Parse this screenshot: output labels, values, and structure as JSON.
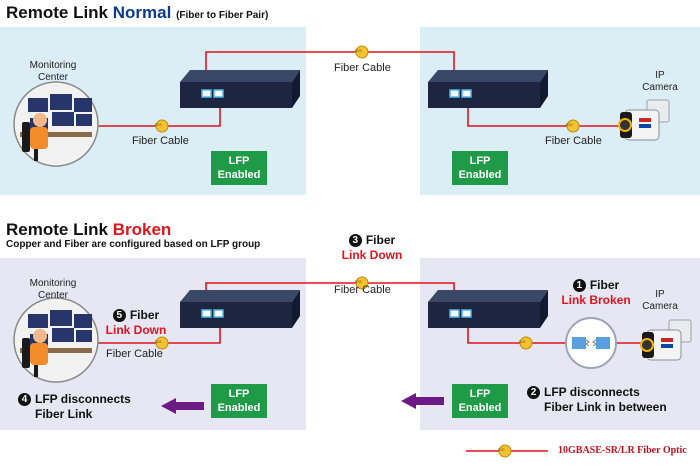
{
  "top": {
    "title_prefix": "Remote Link ",
    "title_word": "Normal",
    "title_note": "(Fiber to Fiber Pair)",
    "monitoring_label": "Monitoring\nCenter",
    "fiber_cable_left": "Fiber Cable",
    "fiber_cable_middle": "Fiber Cable",
    "fiber_cable_right": "Fiber Cable",
    "camera_label": "IP\nCamera",
    "lfp_left": "LFP\nEnabled",
    "lfp_right": "LFP\nEnabled"
  },
  "bottom": {
    "title_prefix": "Remote Link ",
    "title_word": "Broken",
    "subtitle": "Copper and Fiber are configured based on LFP group",
    "monitoring_label": "Monitoring\nCenter",
    "fiber_cable_left": "Fiber Cable",
    "fiber_cable_middle": "Fiber Cable",
    "camera_label": "IP\nCamera",
    "lfp_left": "LFP\nEnabled",
    "lfp_right": "LFP\nEnabled",
    "step1_num": "1",
    "step1_line1": "Fiber",
    "step1_line2": "Link Broken",
    "step2_num": "2",
    "step2_line1": "LFP disconnects",
    "step2_line2": "Fiber Link in between",
    "step3_num": "3",
    "step3_line1": "Fiber",
    "step3_line2": "Link Down",
    "step4_num": "4",
    "step4_line1": "LFP disconnects",
    "step4_line2": "Fiber Link",
    "step5_num": "5",
    "step5_line1": "Fiber",
    "step5_line2": "Link Down"
  },
  "connector_label": "10G",
  "legend_label": "10GBASE-SR/LR Fiber Optic",
  "colors": {
    "fiber": "#e0141e",
    "connector": "#f2c230",
    "panel_top": "#dbeef5",
    "panel_bottom": "#e7e7f3",
    "lfp_green": "#1f9a46",
    "arrow": "#6b1a86",
    "switch": "#1d2540"
  }
}
